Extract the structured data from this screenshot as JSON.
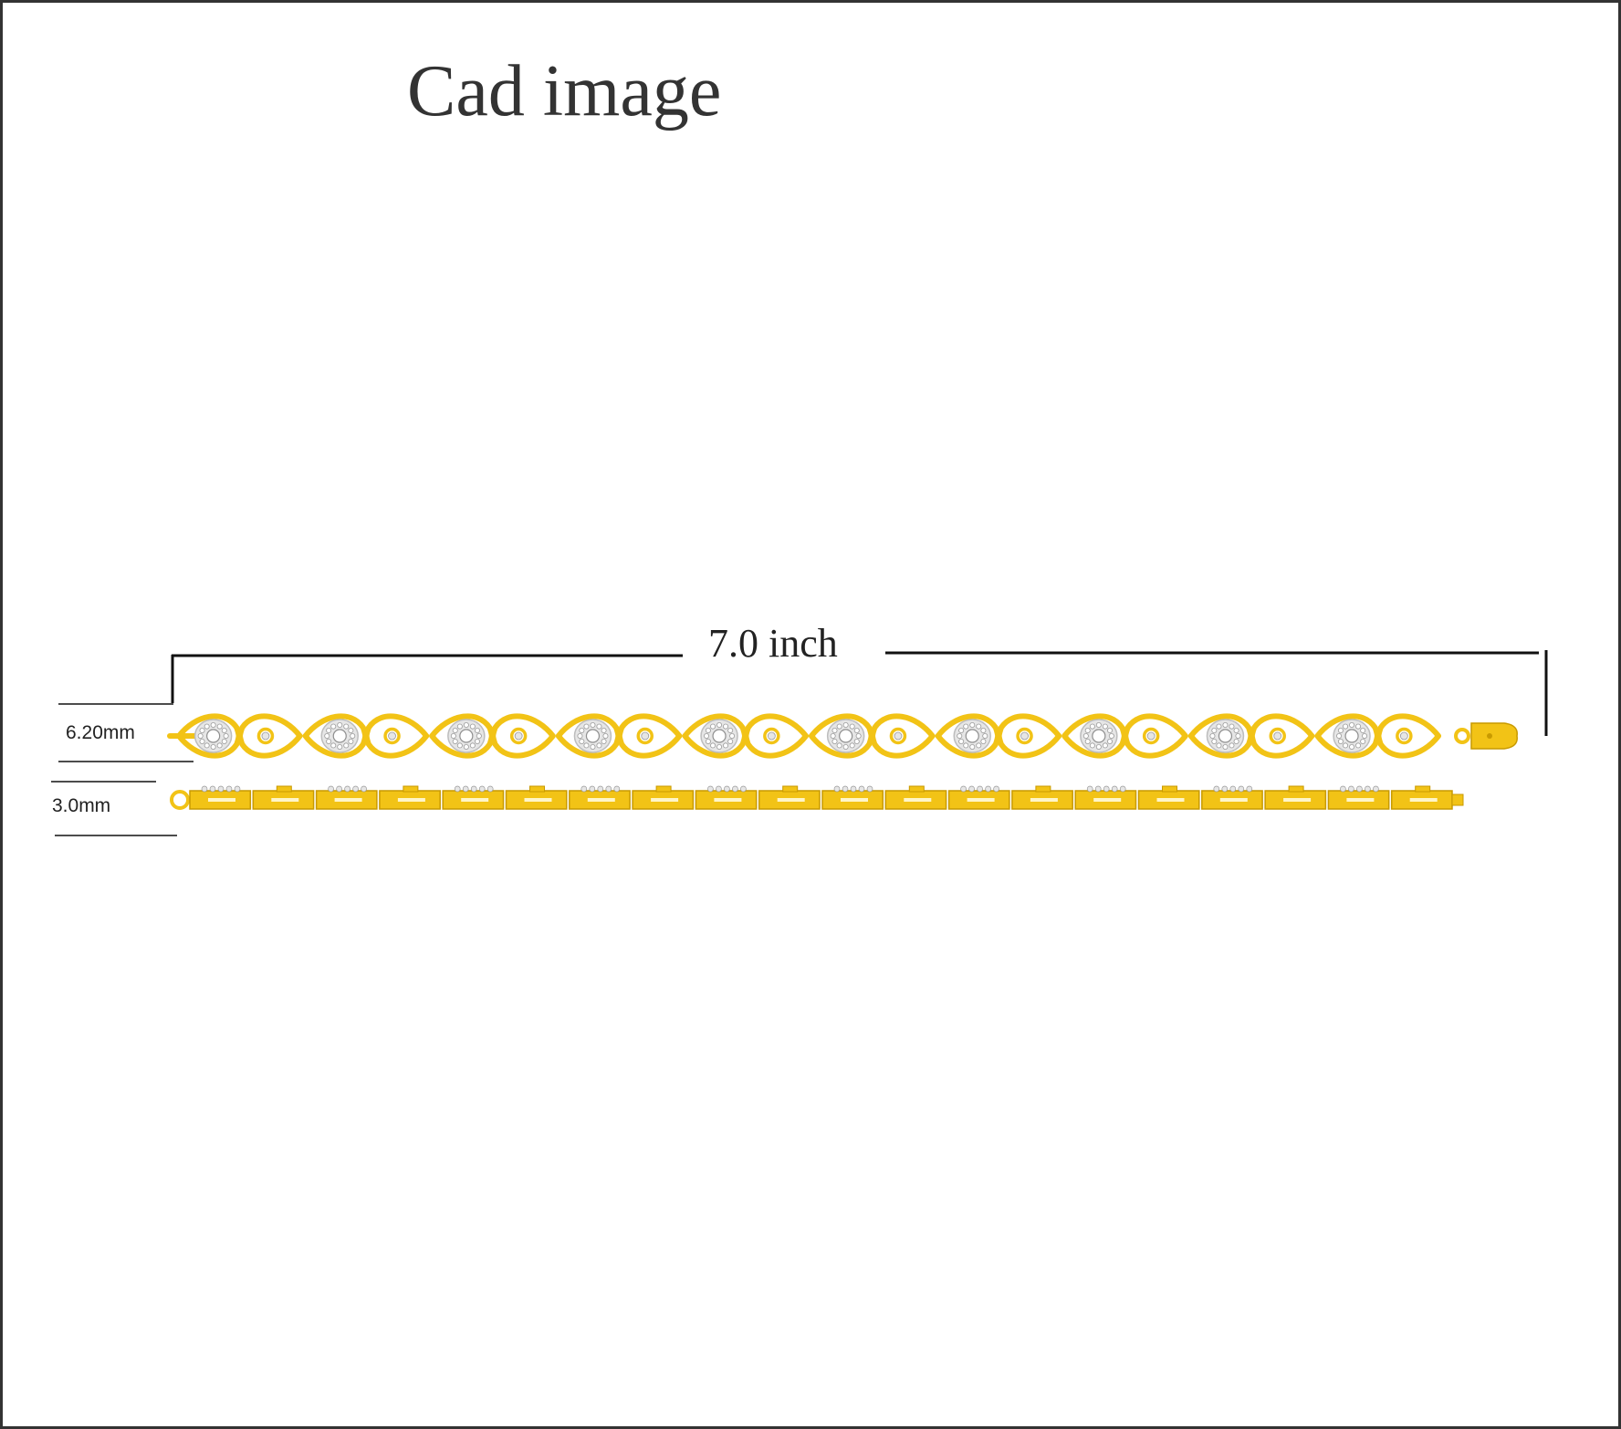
{
  "title": "Cad image",
  "dimensions": {
    "length": "7.0 inch",
    "width": "6.20mm",
    "height": "3.0mm"
  },
  "colors": {
    "gold": "#F2C316",
    "gold_dark": "#C89A00",
    "diamond": "#E6E6E6",
    "line": "#111111",
    "border": "#333333"
  },
  "top_view": {
    "pear_links": 20,
    "stone_links": 10
  },
  "side_view": {
    "segments": 20
  }
}
